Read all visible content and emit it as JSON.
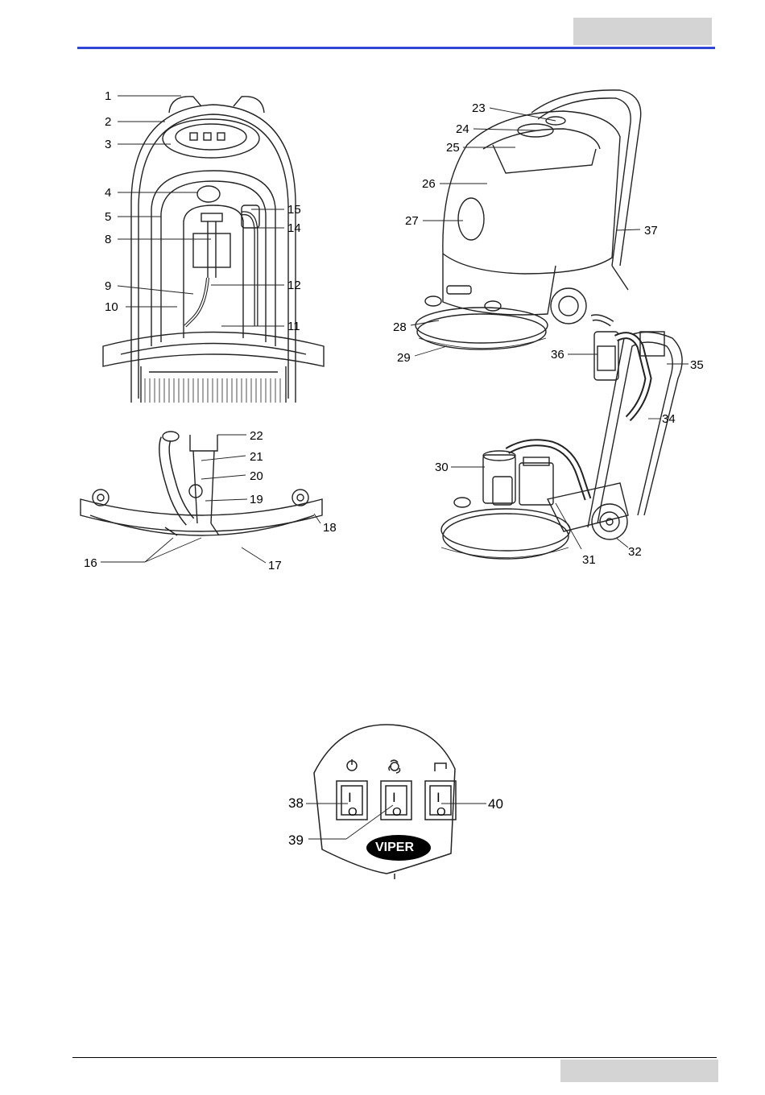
{
  "callouts": {
    "c1": "1",
    "c2": "2",
    "c3": "3",
    "c4": "4",
    "c5": "5",
    "c8": "8",
    "c9": "9",
    "c10": "10",
    "c11": "11",
    "c12": "12",
    "c14": "14",
    "c15": "15",
    "c16": "16",
    "c17": "17",
    "c18": "18",
    "c19": "19",
    "c20": "20",
    "c21": "21",
    "c22": "22",
    "c23": "23",
    "c24": "24",
    "c25": "25",
    "c26": "26",
    "c27": "27",
    "c28": "28",
    "c29": "29",
    "c30": "30",
    "c31": "31",
    "c32": "32",
    "c34": "34",
    "c35": "35",
    "c36": "36",
    "c37": "37",
    "c38": "38",
    "c39": "39",
    "c40": "40"
  },
  "panel": {
    "switch_top": "I",
    "switch_bottom": "O",
    "brand": "VIPER"
  },
  "colors": {
    "header_rule": "#2f45d8",
    "tab_gray": "#d4d4d4"
  }
}
